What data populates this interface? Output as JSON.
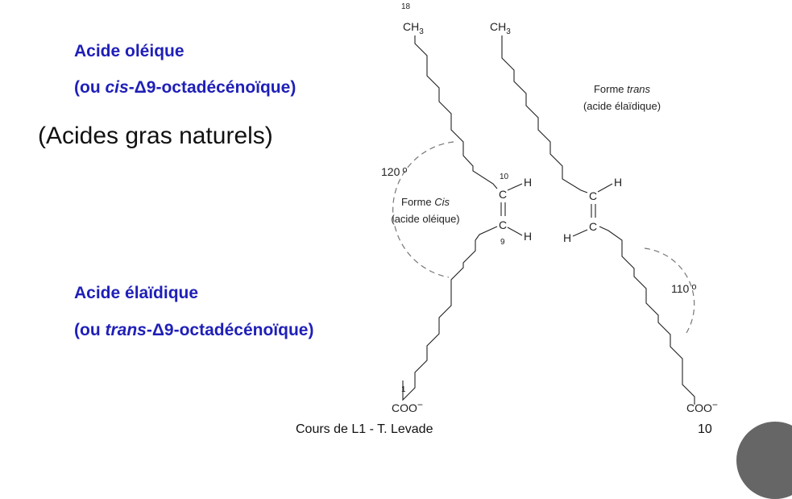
{
  "left": {
    "oleic": {
      "name": "Acide oléique",
      "alt_prefix": "(ou ",
      "alt_italic": "cis",
      "alt_suffix": "-Δ9-octadécénoïque)"
    },
    "natural_note": "(Acides gras naturels)",
    "elaidic": {
      "name": "Acide élaïdique",
      "alt_prefix": "(ou ",
      "alt_italic": "trans",
      "alt_suffix": "-Δ9-octadécénoïque)"
    }
  },
  "diagram": {
    "cis": {
      "top_number": "18",
      "ch3": "CH",
      "ch3_sub": "3",
      "c10": "10",
      "c9": "9",
      "c": "C",
      "h": "H",
      "c1": "1",
      "coo": "COO",
      "charge": "−",
      "angle": "120",
      "degree": "o",
      "label_prefix": "Forme ",
      "label_italic": "Cis",
      "label_sub": "(acide oléique)"
    },
    "trans": {
      "ch3": "CH",
      "ch3_sub": "3",
      "c": "C",
      "h": "H",
      "coo": "COO",
      "charge": "−",
      "angle": "110",
      "degree": "o",
      "label_prefix": "Forme ",
      "label_italic": "trans",
      "label_sub": "(acide élaïdique)"
    }
  },
  "footer": {
    "course": "Cours de L1 - T. Levade",
    "page": "10"
  }
}
